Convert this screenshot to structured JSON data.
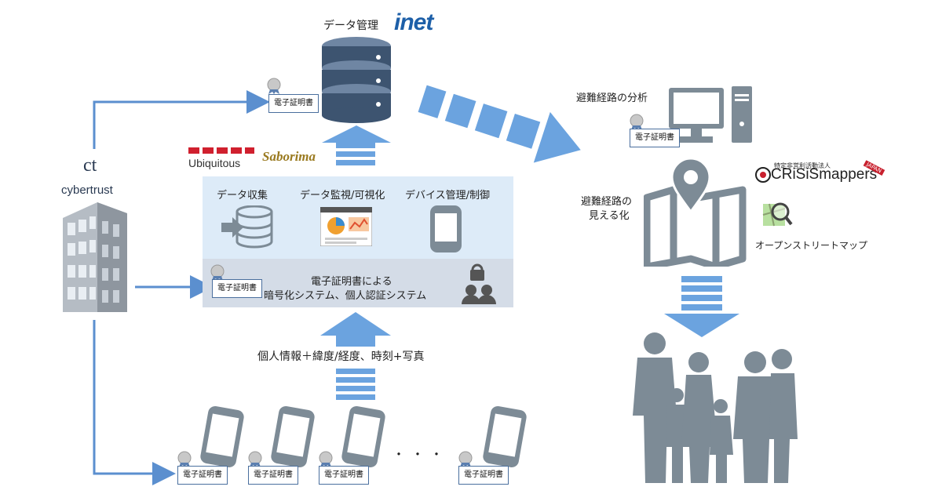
{
  "data_management": {
    "label": "データ管理",
    "brand": "inet"
  },
  "certificate": {
    "label": "電子証明書"
  },
  "cybertrust": {
    "logo_letter": "ct",
    "name": "cybertrust"
  },
  "partners": {
    "ubiquitous": "Ubiquitous",
    "sakura": "Saborima"
  },
  "platform": {
    "functions": [
      {
        "label": "データ収集",
        "icon": "data-collect-icon"
      },
      {
        "label": "データ監視/可視化",
        "icon": "dashboard-icon"
      },
      {
        "label": "デバイス管理/制御",
        "icon": "smartphone-icon"
      }
    ],
    "security_line1": "電子証明書による",
    "security_line2": "暗号化システム、個人認証システム"
  },
  "input_data_label": "個人情報＋緯度/経度、時刻+写真",
  "ellipsis": "・・・",
  "right": {
    "route_analysis": "避難経路の分析",
    "route_visual_line1": "避難経路の",
    "route_visual_line2": "見える化",
    "crisis_small": "特定非営利活動法人",
    "crisis_name": "CRiSiSmappers",
    "crisis_tag": "JAPAN",
    "osm": "オープンストリートマップ"
  },
  "colors": {
    "arrow_blue": "#6ba3df",
    "line_blue": "#5b8fcf",
    "gray": "#7d8b96",
    "db_dark": "#3d5470"
  }
}
